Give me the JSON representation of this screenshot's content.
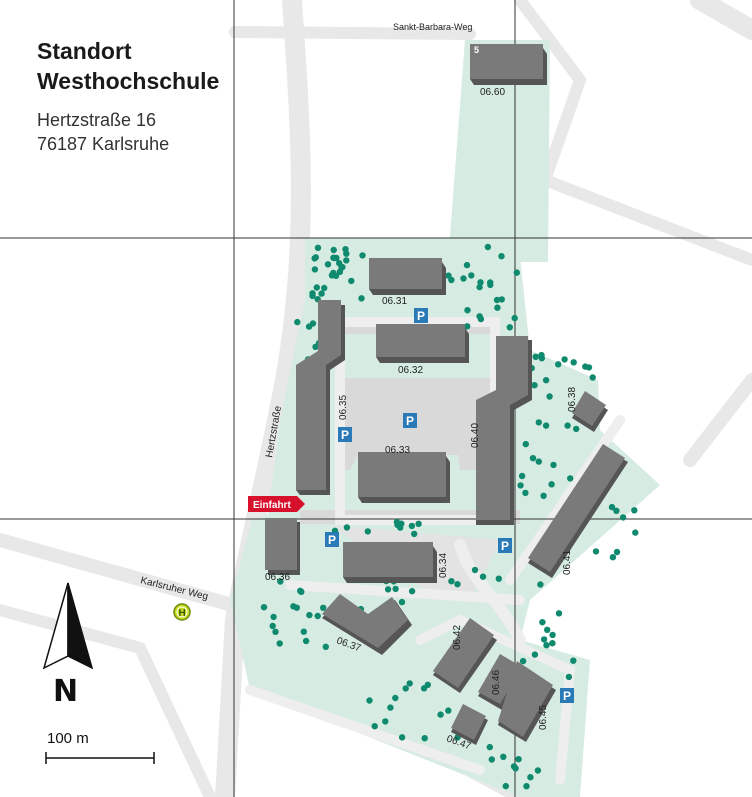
{
  "header": {
    "title_line1": "Standort",
    "title_line2": "Westhochschule",
    "address_line1": "Hertzstraße 16",
    "address_line2": "76187 Karlsruhe"
  },
  "streets": {
    "sankt_barbara": "Sankt-Barbara-Weg",
    "hertzstrasse": "Hertzstraße",
    "karlsruher_weg": "Karlsruher Weg"
  },
  "entrance": {
    "label": "Einfahrt",
    "color": "#d7102b"
  },
  "bus_stop": {
    "symbol": "H",
    "color": "#c8dc1e"
  },
  "parking": {
    "symbol": "P",
    "color": "#2a7ab8"
  },
  "buildings": {
    "b0660": "06.60",
    "b0660_mark": "5",
    "b0631": "06.31",
    "b0632": "06.32",
    "b0633": "06.33",
    "b0634": "06.34",
    "b0635": "06.35",
    "b0636": "06.36",
    "b0637": "06.37",
    "b0638": "06.38",
    "b0640": "06.40",
    "b0641": "06.41",
    "b0642": "06.42",
    "b0645": "06.45",
    "b0646": "06.46",
    "b0647": "06.47"
  },
  "compass": {
    "label": "N"
  },
  "scale": {
    "label": "100 m"
  },
  "colors": {
    "green_area": "#d6ebe1",
    "tree": "#0f8a6e",
    "building": "#7a7a7a",
    "paved": "#d9d9d9",
    "road": "#e8e8e8"
  }
}
